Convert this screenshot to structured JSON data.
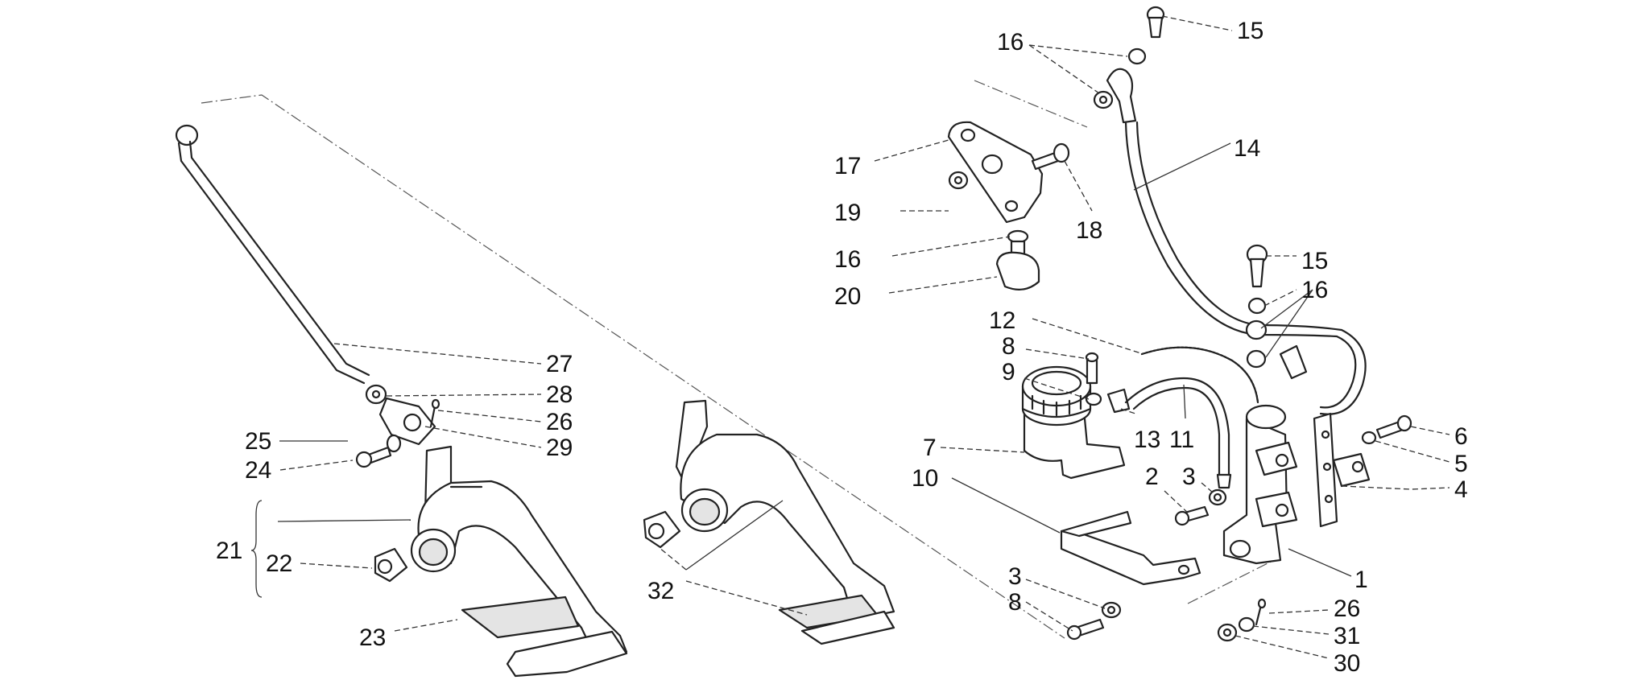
{
  "diagram": {
    "labels": {
      "l1": "1",
      "l2": "2",
      "l3a": "3",
      "l3b": "3",
      "l4": "4",
      "l5": "5",
      "l6": "6",
      "l7": "7",
      "l8a": "8",
      "l8b": "8",
      "l9": "9",
      "l10": "10",
      "l11": "11",
      "l12": "12",
      "l13": "13",
      "l14": "14",
      "l15a": "15",
      "l15b": "15",
      "l16a": "16",
      "l16b": "16",
      "l16c": "16",
      "l17": "17",
      "l18": "18",
      "l19": "19",
      "l20": "20",
      "l21": "21",
      "l22": "22",
      "l23": "23",
      "l24": "24",
      "l25": "25",
      "l26a": "26",
      "l26b": "26",
      "l27": "27",
      "l28": "28",
      "l29": "29",
      "l30": "30",
      "l31": "31",
      "l32": "32"
    }
  }
}
